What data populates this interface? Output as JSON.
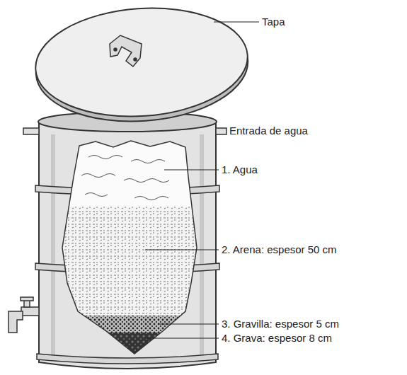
{
  "diagram": {
    "labels": [
      "Tapa",
      "Entrada de agua",
      "1. Agua",
      "2. Arena: espesor 50 cm",
      "3. Gravilla: espesor 5 cm",
      "4. Grava: espesor 8 cm"
    ]
  }
}
